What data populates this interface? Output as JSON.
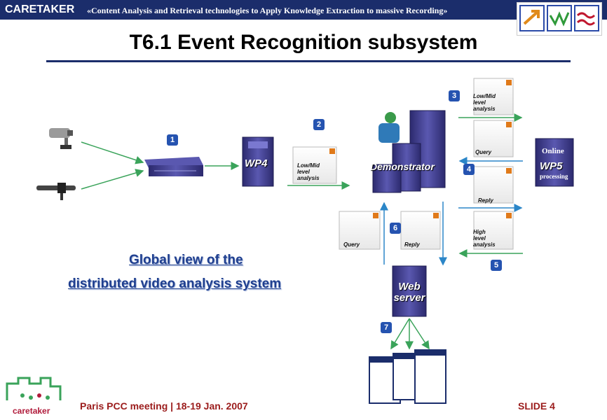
{
  "header": {
    "brand": "CARETAKER",
    "subtitle": "«Content Analysis and Retrieval technologies to Apply Knowledge Extraction to massive Recording»"
  },
  "title": "T6.1 Event Recognition subsystem",
  "caption": {
    "line1": "Global view of the",
    "line2": "distributed video analysis system"
  },
  "steps": [
    "1",
    "2",
    "3",
    "4",
    "5",
    "6",
    "7"
  ],
  "nodes": {
    "wp4": "WP4",
    "demonstrator": "Demonstrator",
    "wp5_online": "Online",
    "wp5": "WP5",
    "wp5_processing": "processing",
    "web_server_1": "Web",
    "web_server_2": "server"
  },
  "documents": {
    "lowmid_1": "Low/Mid",
    "lowmid_2": "level",
    "lowmid_3": "analysis",
    "query": "Query",
    "reply": "Reply",
    "high_1": "High",
    "high_2": "level",
    "high_3": "analysis"
  },
  "footer": {
    "meeting": "Paris PCC meeting | 18-19 Jan. 2007",
    "slide": "SLIDE 4",
    "logo_text": "caretaker"
  },
  "colors": {
    "banner": "#1b2d6b",
    "step_badge": "#2553b0",
    "green_arrow": "#3aa35a",
    "blue_arrow": "#2b86c8",
    "footer_text": "#9b1c1c"
  }
}
